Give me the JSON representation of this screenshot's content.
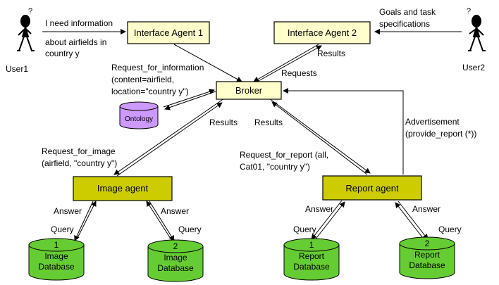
{
  "boxes": {
    "interface_agent_1": "Interface Agent 1",
    "interface_agent_2": "Interface Agent 2",
    "broker": "Broker",
    "image_agent": "Image agent",
    "report_agent": "Report agent"
  },
  "ontology": "Ontology",
  "databases": {
    "image_db_1": {
      "number": "1",
      "line1": "Image",
      "line2": "Database"
    },
    "image_db_2": {
      "number": "2",
      "line1": "Image",
      "line2": "Database"
    },
    "report_db_1": {
      "number": "1",
      "line1": "Report",
      "line2": "Database"
    },
    "report_db_2": {
      "number": "2",
      "line1": "Report",
      "line2": "Database"
    }
  },
  "users": {
    "user1": "User1",
    "user2": "User2"
  },
  "labels": {
    "need_info_1": "I need information",
    "need_info_2": "about airfields in",
    "need_info_3": "country y",
    "goals_1": "Goals and task",
    "goals_2": "specifications",
    "results_ia2": "Results",
    "requests": "Requests",
    "req_info_1": "Request_for_information",
    "req_info_2": "(content=airfield,",
    "req_info_3": "location=\"country y\")",
    "results_image": "Results",
    "results_report": "Results",
    "advert_1": "Advertisement",
    "advert_2": "(provide_report (*))",
    "req_image_1": "Request_for_image",
    "req_image_2": "(airfield, \"country y\")",
    "req_report_1": "Request_for_report (all,",
    "req_report_2": "Cat01, \"country y\")",
    "answer_img_l": "Answer",
    "answer_img_r": "Answer",
    "answer_rep_l": "Answer",
    "answer_rep_r": "Answer",
    "query_img_l": "Query",
    "query_img_r": "Query",
    "query_rep_l": "Query",
    "query_rep_r": "Query"
  },
  "colors": {
    "agent_box": "#cccc00",
    "interface_box": "#ffffcc",
    "database": "#66cc33",
    "ontology": "#cc99ff"
  }
}
